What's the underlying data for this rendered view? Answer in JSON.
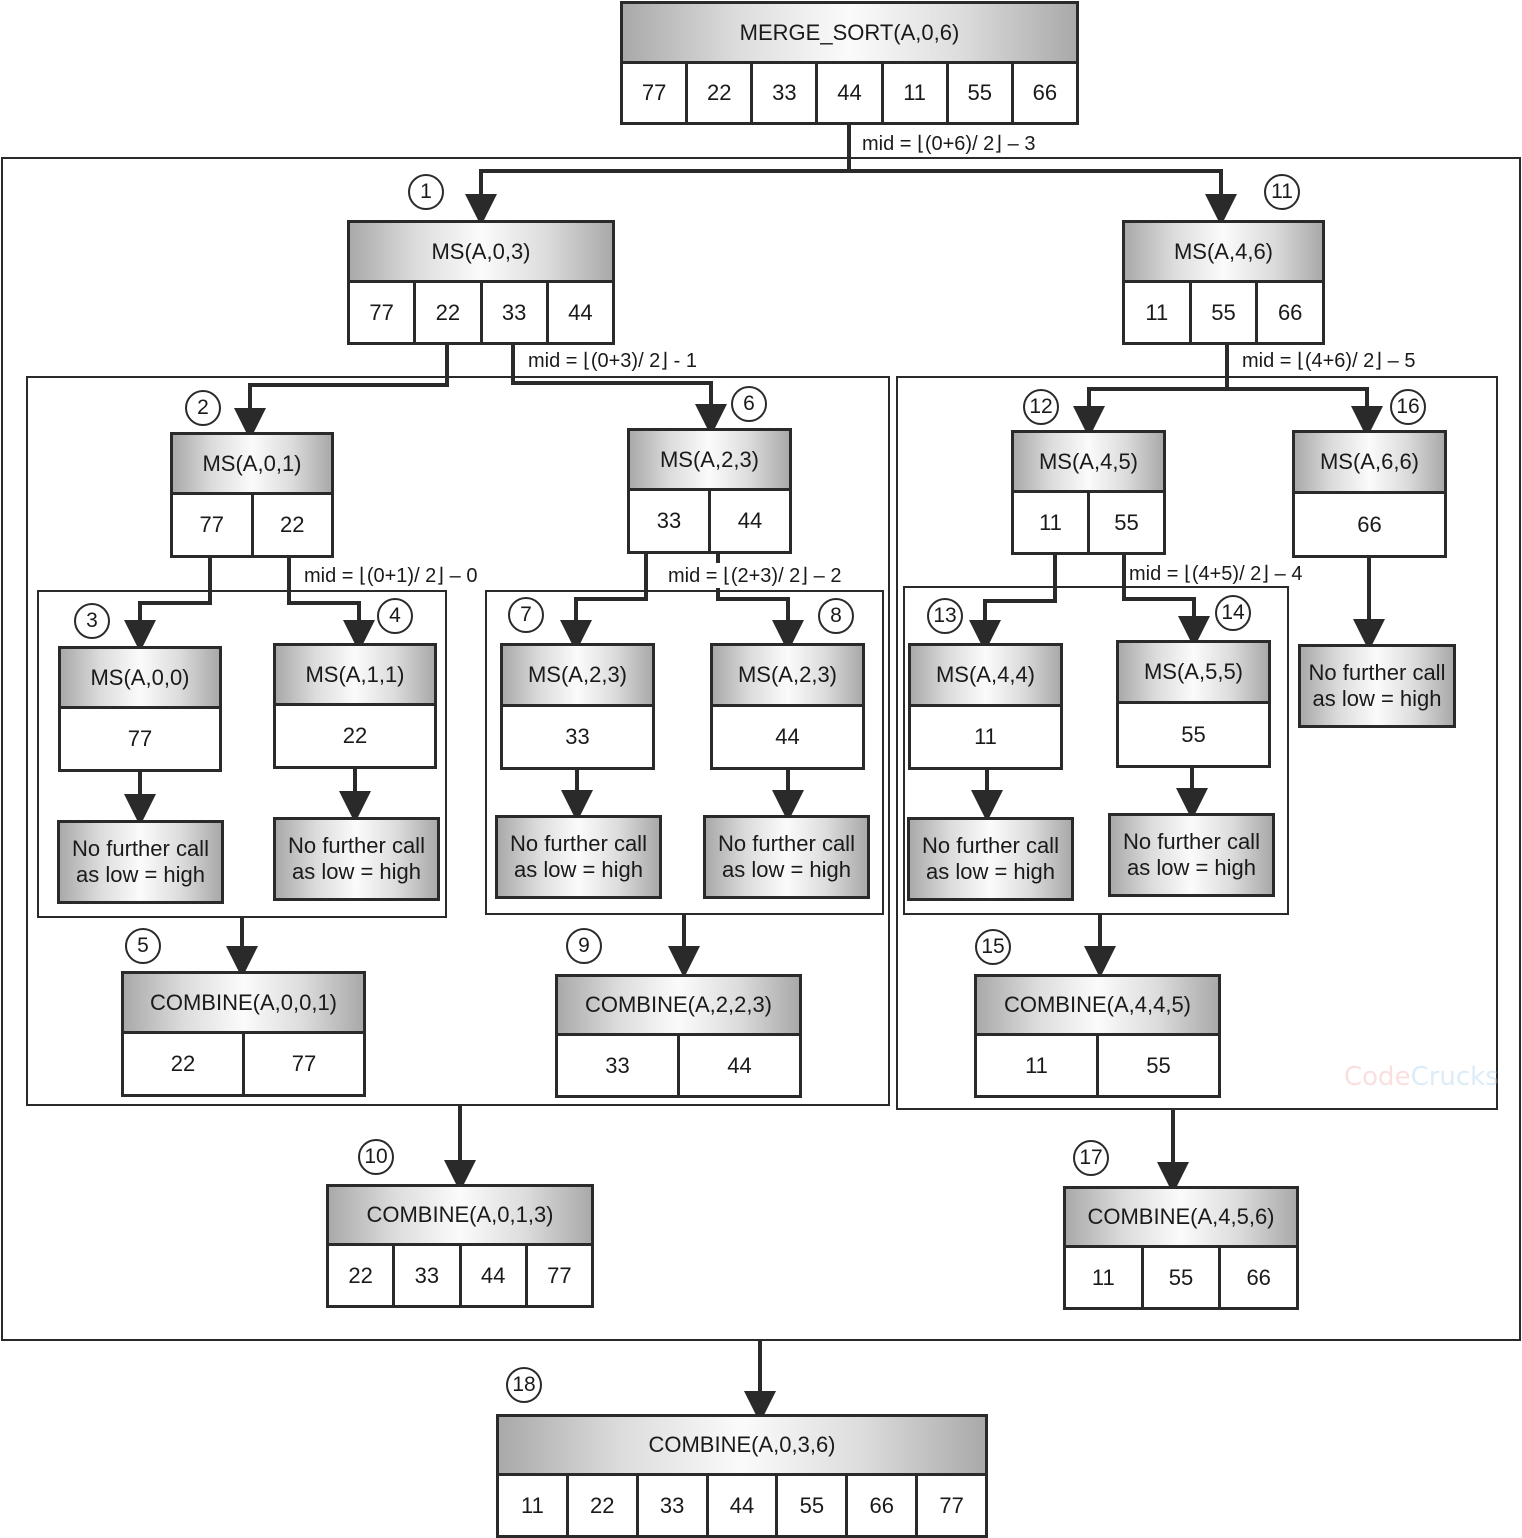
{
  "root": {
    "title": "MERGE_SORT(A,0,6)",
    "values": [
      "77",
      "22",
      "33",
      "44",
      "11",
      "55",
      "66"
    ]
  },
  "mid_labels": {
    "m0": "mid = ⌊(0+6)/ 2⌋ – 3",
    "m1": "mid = ⌊(0+3)/ 2⌋ - 1",
    "m2": "mid = ⌊(4+6)/ 2⌋ – 5",
    "m3": "mid = ⌊(0+1)/ 2⌋ – 0",
    "m4": "mid = ⌊(2+3)/ 2⌋ – 2",
    "m5": "mid = ⌊(4+5)/ 2⌋ – 4"
  },
  "nodes": {
    "n1": {
      "step": "1",
      "title": "MS(A,0,3)",
      "values": [
        "77",
        "22",
        "33",
        "44"
      ]
    },
    "n2": {
      "step": "2",
      "title": "MS(A,0,1)",
      "values": [
        "77",
        "22"
      ]
    },
    "n3": {
      "step": "3",
      "title": "MS(A,0,0)",
      "values": [
        "77"
      ]
    },
    "n4": {
      "step": "4",
      "title": "MS(A,1,1)",
      "values": [
        "22"
      ]
    },
    "n5": {
      "step": "5",
      "title": "COMBINE(A,0,0,1)",
      "values": [
        "22",
        "77"
      ]
    },
    "n6": {
      "step": "6",
      "title": "MS(A,2,3)",
      "values": [
        "33",
        "44"
      ]
    },
    "n7": {
      "step": "7",
      "title": "MS(A,2,3)",
      "values": [
        "33"
      ]
    },
    "n8": {
      "step": "8",
      "title": "MS(A,2,3)",
      "values": [
        "44"
      ]
    },
    "n9": {
      "step": "9",
      "title": "COMBINE(A,2,2,3)",
      "values": [
        "33",
        "44"
      ]
    },
    "n10": {
      "step": "10",
      "title": "COMBINE(A,0,1,3)",
      "values": [
        "22",
        "33",
        "44",
        "77"
      ]
    },
    "n11": {
      "step": "11",
      "title": "MS(A,4,6)",
      "values": [
        "11",
        "55",
        "66"
      ]
    },
    "n12": {
      "step": "12",
      "title": "MS(A,4,5)",
      "values": [
        "11",
        "55"
      ]
    },
    "n13": {
      "step": "13",
      "title": "MS(A,4,4)",
      "values": [
        "11"
      ]
    },
    "n14": {
      "step": "14",
      "title": "MS(A,5,5)",
      "values": [
        "55"
      ]
    },
    "n15": {
      "step": "15",
      "title": "COMBINE(A,4,4,5)",
      "values": [
        "11",
        "55"
      ]
    },
    "n16": {
      "step": "16",
      "title": "MS(A,6,6)",
      "values": [
        "66"
      ]
    },
    "n17": {
      "step": "17",
      "title": "COMBINE(A,4,5,6)",
      "values": [
        "11",
        "55",
        "66"
      ]
    },
    "n18": {
      "step": "18",
      "title": "COMBINE(A,0,3,6)",
      "values": [
        "11",
        "22",
        "33",
        "44",
        "55",
        "66",
        "77"
      ]
    }
  },
  "leaf_text": "No further call\nas low = high",
  "watermark": {
    "part1": "Code",
    "part2": "Crucks",
    "color1": "#f4a6a6",
    "color2": "#9ec9e8"
  },
  "colors": {
    "line": "#2a2a2a",
    "gradient_dark": "#a9a9a9",
    "gradient_light": "#fbfbfb"
  }
}
